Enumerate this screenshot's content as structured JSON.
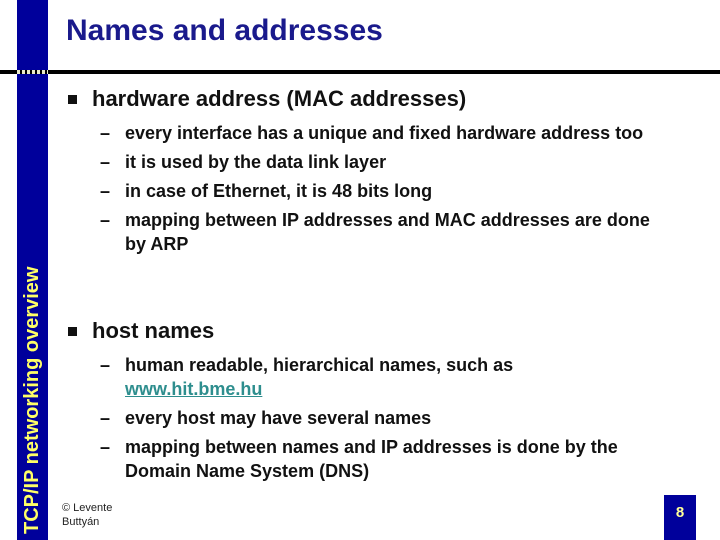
{
  "slide": {
    "title": "Names and addresses",
    "sidebar_label": "TCP/IP networking overview",
    "footer_credit": "© Levente Buttyán",
    "page_number": "8"
  },
  "markers": {
    "dash": "–"
  },
  "colors": {
    "bar_navy": "#00009B",
    "title_navy": "#1A1A8C",
    "sidebar_yellow": "#FFFF66",
    "page_number_yellow": "#FFFF99",
    "link_teal": "#2E8E8E",
    "body_text": "#111111",
    "divider_black": "#000000",
    "divider_dash_cream": "#E9E9C9"
  },
  "sections": [
    {
      "heading": "hardware address (MAC addresses)",
      "items": [
        {
          "text": "every interface has a unique and fixed hardware address too"
        },
        {
          "text": "it is used by the data link layer"
        },
        {
          "text": "in case of Ethernet, it is 48 bits long"
        },
        {
          "text": "mapping between IP addresses and MAC addresses are done by ARP"
        }
      ]
    },
    {
      "heading": "host names",
      "items": [
        {
          "text": "human readable, hierarchical names, such as",
          "link": "www.hit.bme.hu"
        },
        {
          "text": "every host may have several names"
        },
        {
          "text": "mapping between names and IP addresses is done by the Domain Name System (DNS)"
        }
      ]
    }
  ]
}
